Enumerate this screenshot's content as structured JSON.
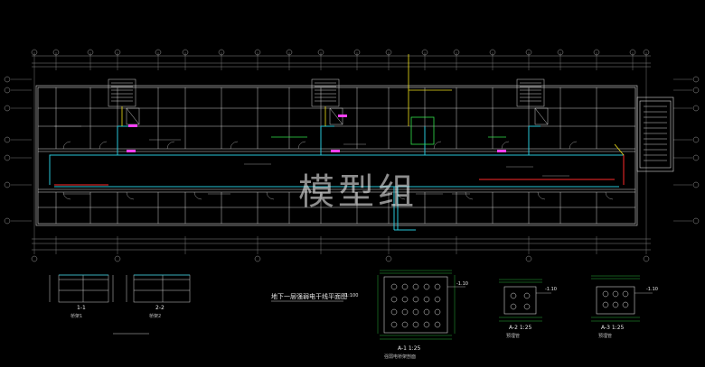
{
  "drawing": {
    "plan_title": "地下一层强弱电干线平面图",
    "plan_scale": "1:100",
    "watermark": "模型组",
    "colors": {
      "background": "#000000",
      "walls": "#d8d8d8",
      "grid": "#9a9a9a",
      "cable_tray": "#29c6d8",
      "feeder_red": "#ff2a2a",
      "magenta_tag": "#ff40ff",
      "yellow": "#f2e21a",
      "green": "#33e04a",
      "label_green": "#6bff6b"
    }
  },
  "details": [
    {
      "id": "section-1",
      "title": "1-1",
      "caption": "桥架1"
    },
    {
      "id": "section-2",
      "title": "2-2",
      "caption": "桥架2"
    },
    {
      "id": "section-3",
      "title": "A-1 1:25",
      "caption": "强弱电桥架剖面",
      "level": "-1.10"
    },
    {
      "id": "section-4",
      "title": "A-2 1:25",
      "caption": "预埋管",
      "level": "-1.10"
    },
    {
      "id": "section-5",
      "title": "A-3 1:25",
      "caption": "预埋管",
      "level": "-1.10"
    }
  ]
}
